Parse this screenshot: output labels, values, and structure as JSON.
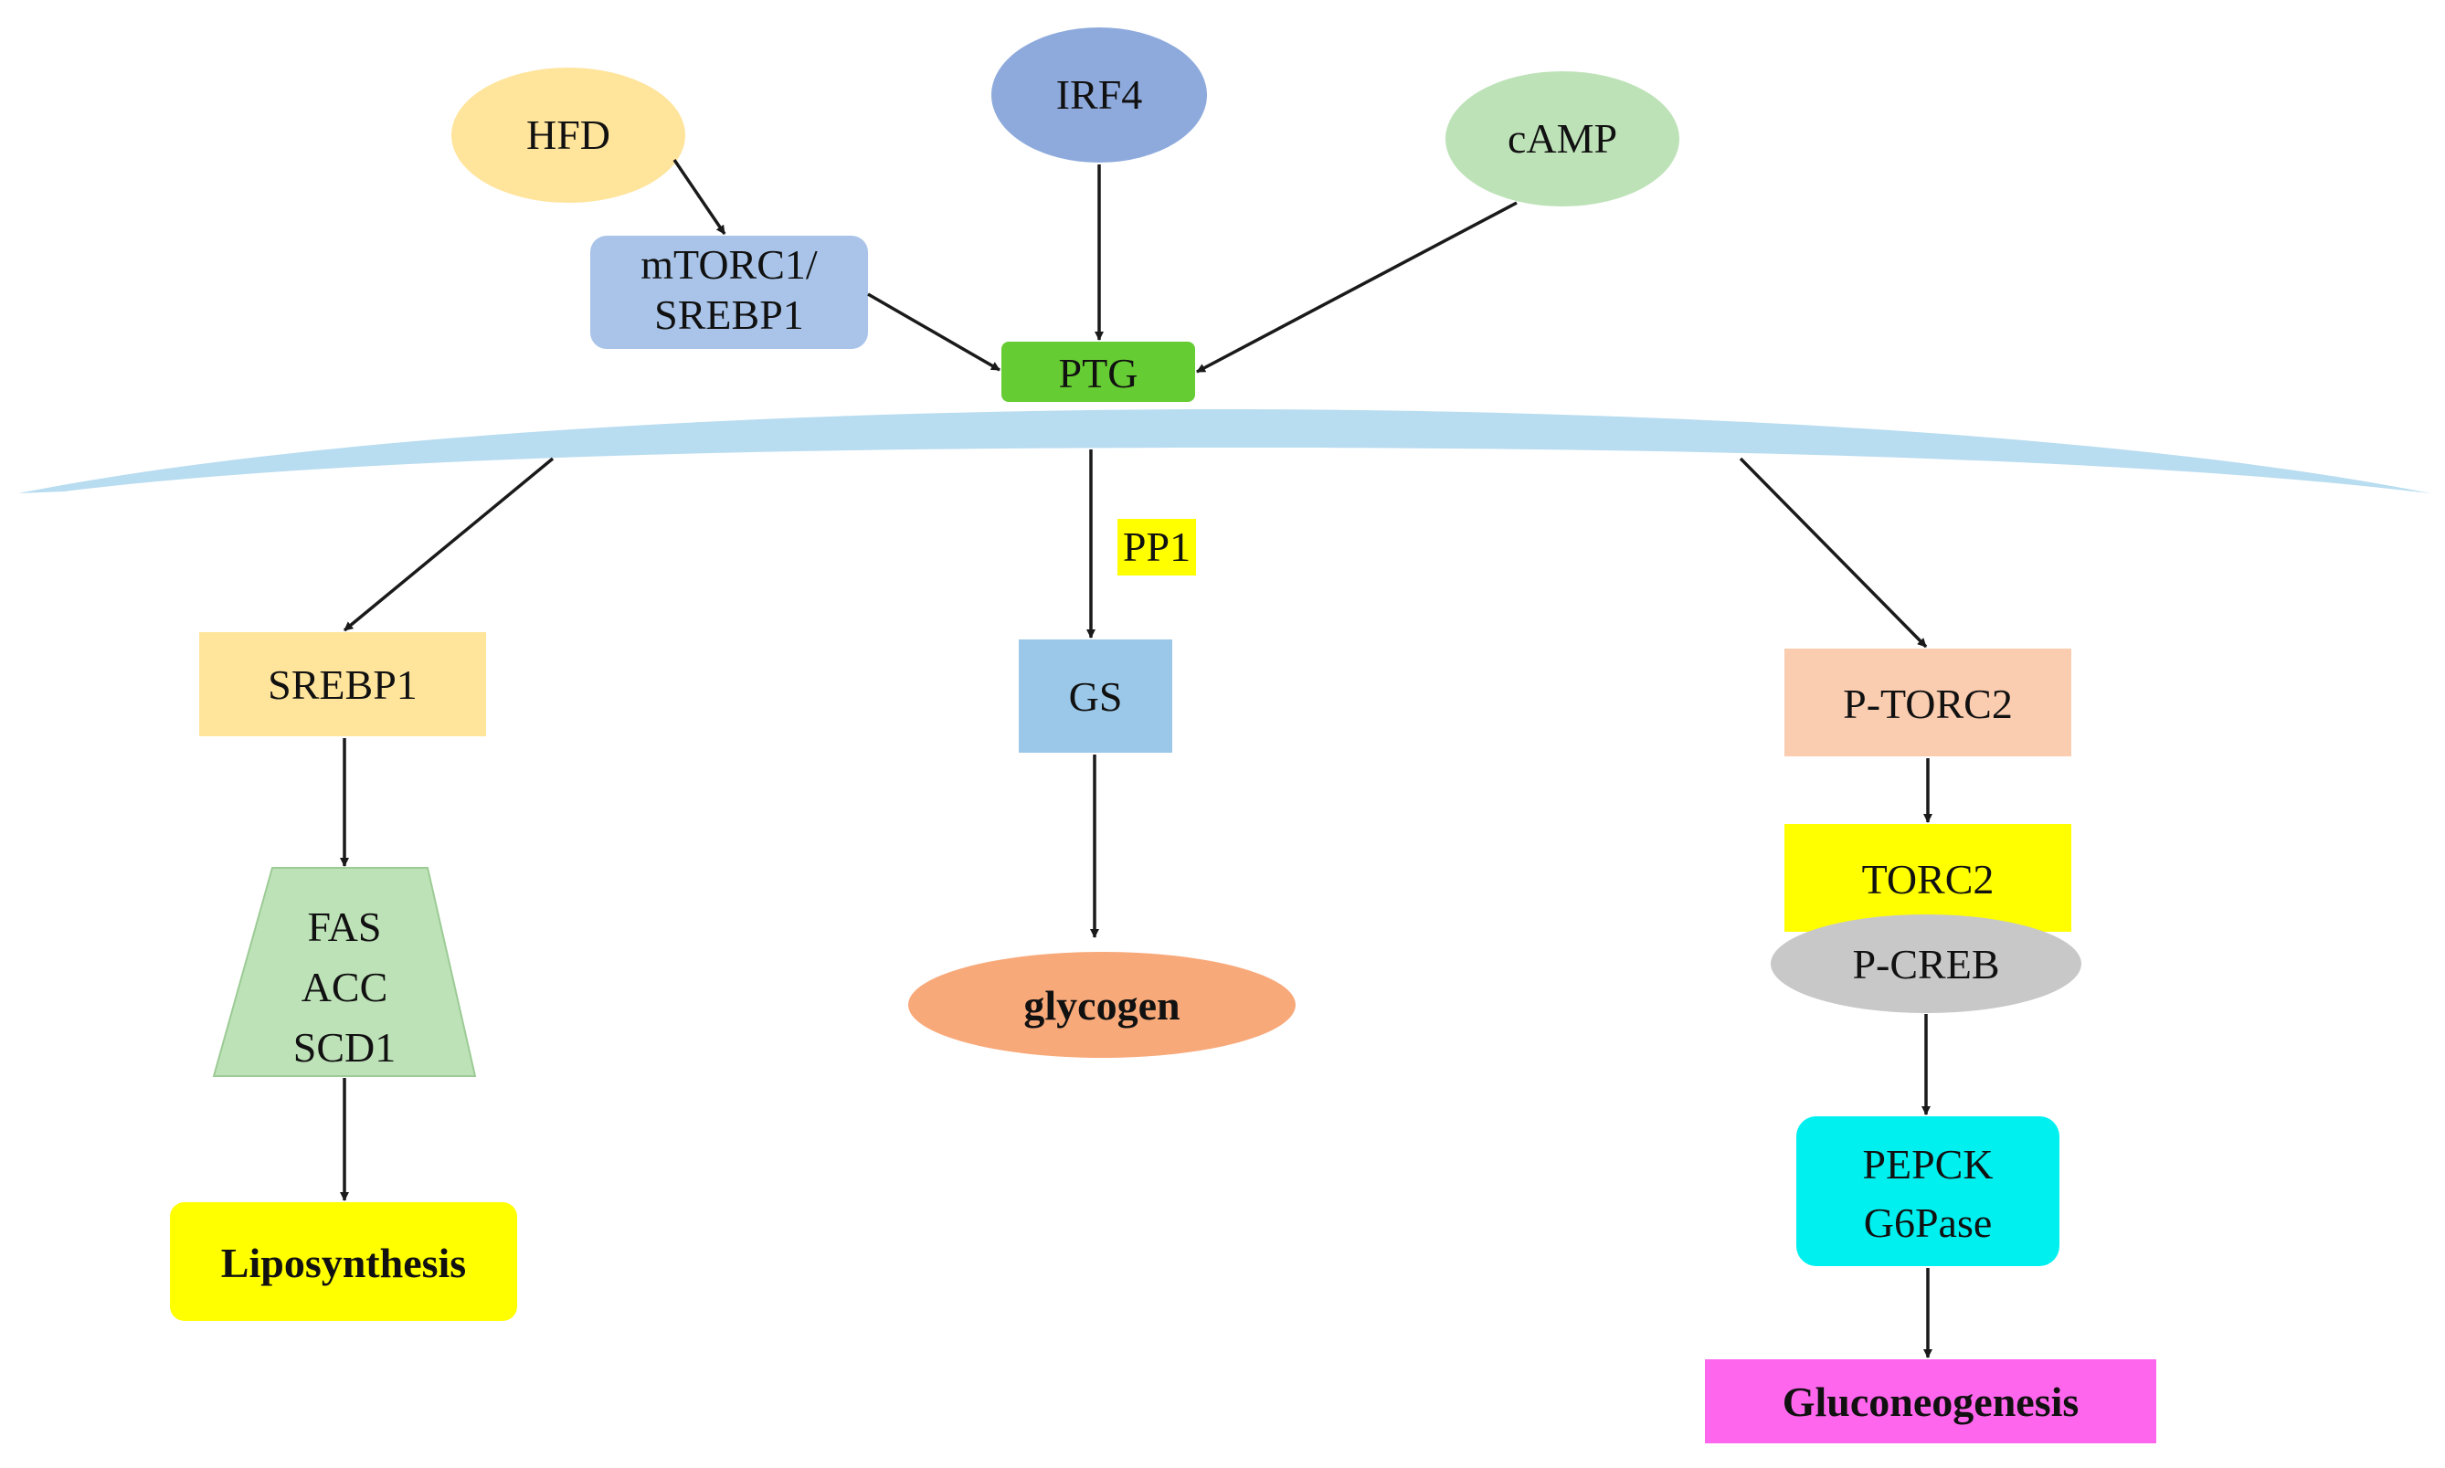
{
  "diagram": {
    "nodes": {
      "hfd": {
        "label": "HFD",
        "color": "#FFE49C"
      },
      "irf4": {
        "label": "IRF4",
        "color": "#8EAADC"
      },
      "camp": {
        "label": "cAMP",
        "color": "#BEE2B8"
      },
      "mtorc1": {
        "line1": "mTORC1/",
        "line2": "SREBP1",
        "color": "#A9C4E8"
      },
      "ptg": {
        "label": "PTG",
        "color": "#66CC33"
      },
      "pp1": {
        "label": "PP1",
        "color": "#FFFF00"
      },
      "srebp1": {
        "label": "SREBP1",
        "color": "#FFE49C"
      },
      "gs": {
        "label": "GS",
        "color": "#9BC8E8"
      },
      "ptorc2": {
        "label": "P-TORC2",
        "color": "#FBCDB0"
      },
      "enzymes": {
        "line1": "FAS",
        "line2": "ACC",
        "line3": "SCD1",
        "color": "#BEE2B8"
      },
      "glycogen": {
        "label": "glycogen",
        "color": "#F8A97A"
      },
      "torc2": {
        "label": "TORC2",
        "color": "#FFFF00"
      },
      "pcreb": {
        "label": "P-CREB",
        "color": "#C8C8C8"
      },
      "pepck": {
        "line1": "PEPCK",
        "line2": "G6Pase",
        "color": "#00F0F0"
      },
      "liposynthesis": {
        "label": "Liposynthesis",
        "color": "#FFFF00"
      },
      "gluconeogenesis": {
        "label": "Gluconeogenesis",
        "color": "#FF66EE"
      }
    },
    "membrane_color": "#B8DCF0"
  }
}
